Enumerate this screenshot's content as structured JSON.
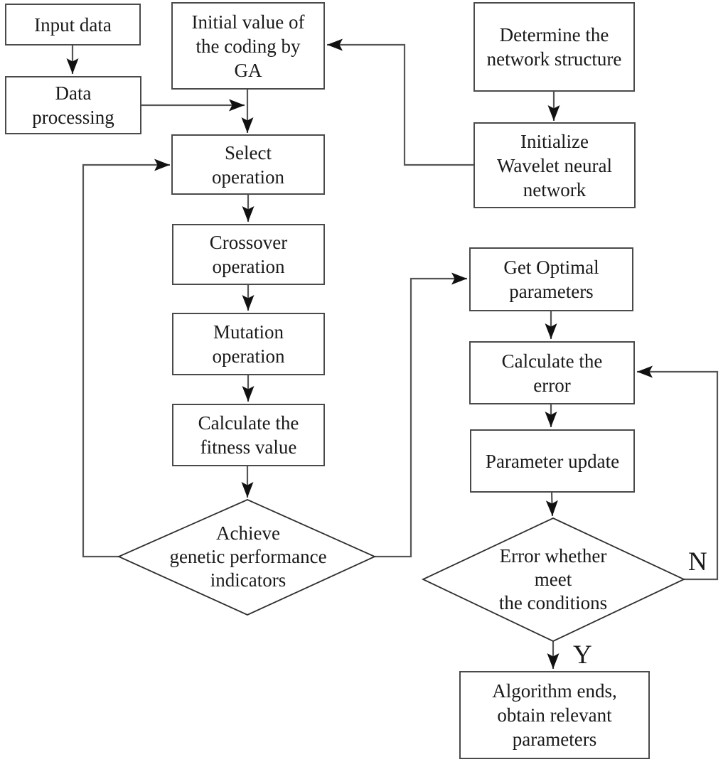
{
  "nodes": {
    "input_data": {
      "label": "Input data"
    },
    "data_processing": {
      "label": "Data\nprocessing"
    },
    "initial_value_ga": {
      "label": "Initial value of\nthe coding by\nGA"
    },
    "select_operation": {
      "label": "Select\noperation"
    },
    "crossover_operation": {
      "label": "Crossover\noperation"
    },
    "mutation_operation": {
      "label": "Mutation\noperation"
    },
    "calculate_fitness": {
      "label": "Calculate the\nfitness value"
    },
    "achieve_indicators": {
      "label": "Achieve\ngenetic performance\nindicators"
    },
    "determine_network": {
      "label": "Determine the\nnetwork structure"
    },
    "initialize_wavelet": {
      "label": "Initialize\nWavelet neural\nnetwork"
    },
    "get_optimal_params": {
      "label": "Get Optimal\nparameters"
    },
    "calculate_error": {
      "label": "Calculate the\nerror"
    },
    "parameter_update": {
      "label": "Parameter update"
    },
    "error_meets_conditions": {
      "label": "Error whether\nmeet\nthe conditions"
    },
    "algorithm_ends": {
      "label": "Algorithm ends,\nobtain relevant\nparameters"
    }
  },
  "edge_labels": {
    "no_branch": "N",
    "yes_branch": "Y"
  },
  "colors": {
    "background": "#ffffff",
    "box_border": "#4a4a4a",
    "connector": "#555555",
    "arrowhead": "#111111",
    "text": "#1a1a1a"
  }
}
